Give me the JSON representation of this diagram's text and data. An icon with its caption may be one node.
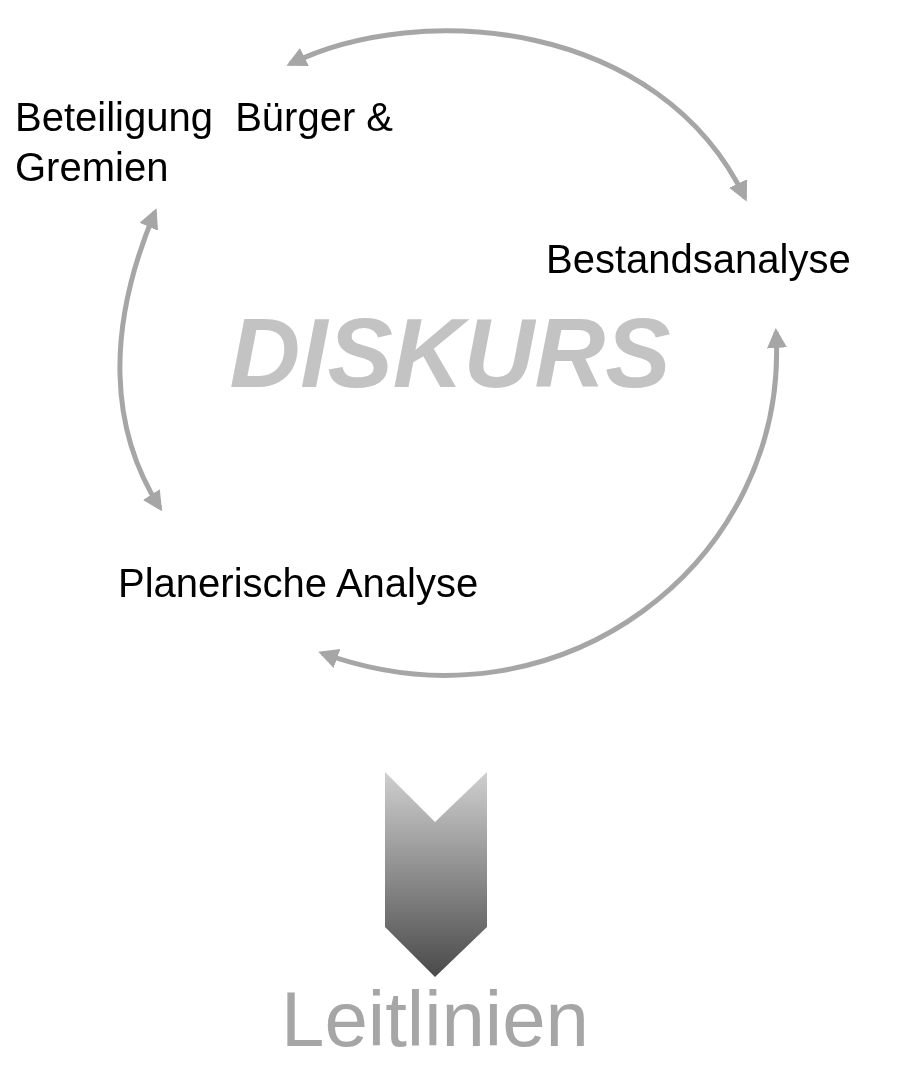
{
  "diagram": {
    "nodes": [
      {
        "text": [
          "Beteiligung  Bürger & Gremien"
        ]
      },
      {
        "text": [
          "Bestandsanalyse"
        ]
      },
      {
        "text": [
          "Planerische Analyse"
        ]
      },
      {
        "text": [
          "Leitlinien"
        ]
      }
    ],
    "edges": [
      {
        "from": 0,
        "to": 1,
        "arrow": "both"
      },
      {
        "from": 1,
        "to": 2,
        "arrow": "both"
      },
      {
        "from": 0,
        "to": 2,
        "arrow": "both"
      },
      {
        "from": null,
        "to": 3,
        "arrow": "to"
      }
    ],
    "labels": [
      "DISKURS"
    ]
  }
}
